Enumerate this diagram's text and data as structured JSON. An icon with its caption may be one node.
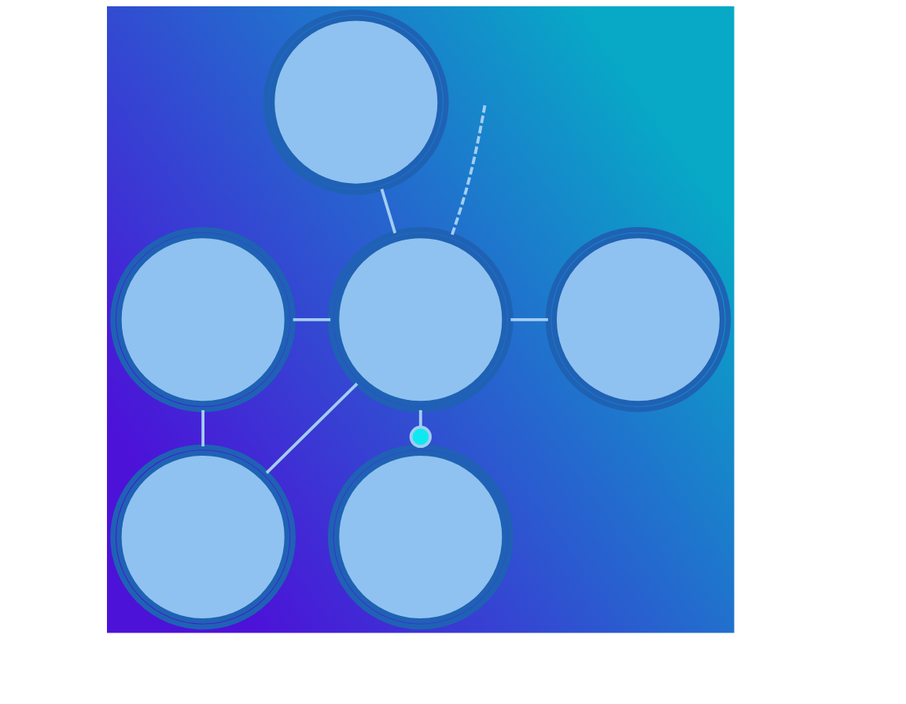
{
  "diagram": {
    "nodes": [
      {
        "text": [],
        "shape": "circle"
      },
      {
        "text": [],
        "shape": "circle"
      },
      {
        "text": [],
        "shape": "circle"
      },
      {
        "text": [],
        "shape": "circle"
      },
      {
        "text": [],
        "shape": "circle"
      },
      {
        "text": [],
        "shape": "circle"
      }
    ],
    "edges": [
      {
        "from": 0,
        "to": 2,
        "arrow": "none"
      },
      {
        "from": 1,
        "to": 2,
        "arrow": "none"
      },
      {
        "from": 2,
        "to": 3,
        "arrow": "none"
      },
      {
        "from": 2,
        "to": null,
        "arrow": "none",
        "style": "dashed"
      },
      {
        "from": 1,
        "to": 4,
        "arrow": "none"
      },
      {
        "from": 2,
        "to": 4,
        "arrow": "none"
      },
      {
        "from": 2,
        "to": 5,
        "arrow": "other"
      }
    ]
  }
}
